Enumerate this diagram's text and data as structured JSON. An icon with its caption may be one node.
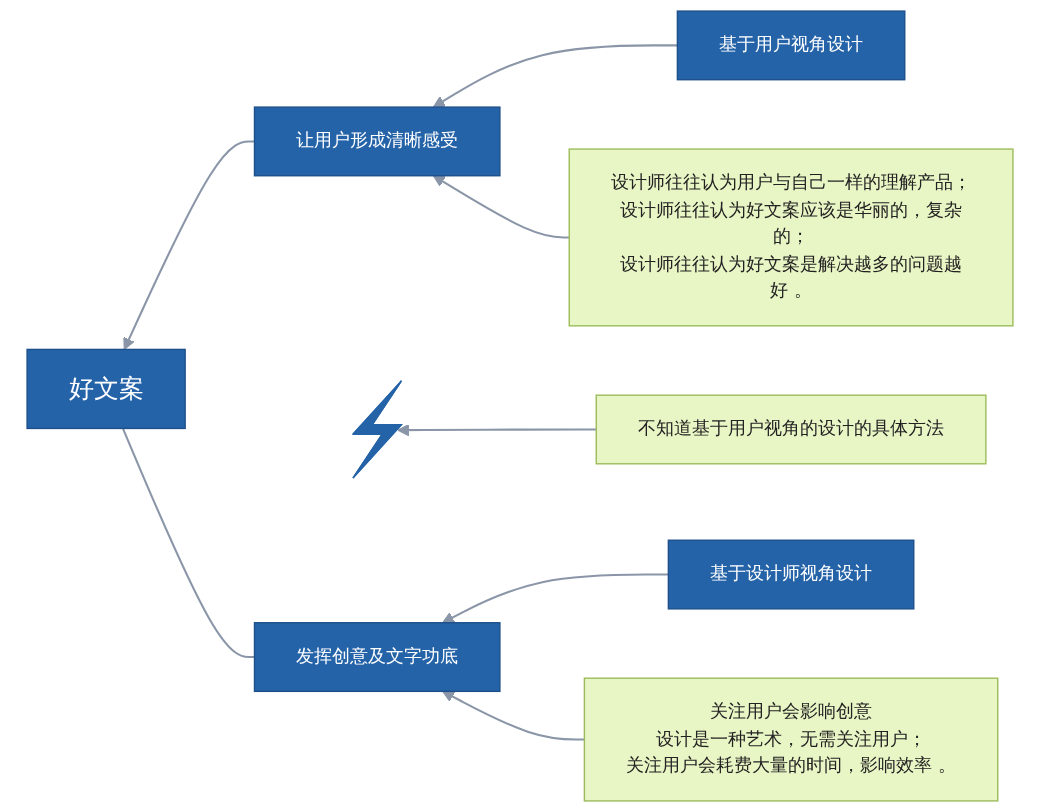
{
  "diagram": {
    "nodes": [
      {
        "text": [
          "设计师往往认为用户与自己一样的理解产品；",
          "设计师往往认为好文案应该是华丽的，复杂的；",
          "设计师往往认为好文案是解决越多的问题越好 。"
        ]
      },
      {
        "text": [
          "让用户形成清晰感受"
        ]
      },
      {
        "text": [
          "基于用户视角设计"
        ]
      },
      {
        "text": [
          "好文案"
        ]
      },
      {
        "text": [],
        "shape": "lightning"
      },
      {
        "text": [
          "不知道基于用户视角的设计的具体方法"
        ]
      },
      {
        "text": [
          "发挥创意及文字功底"
        ]
      },
      {
        "text": [
          "基于设计师视角设计"
        ]
      },
      {
        "text": [
          "关注用户会影响创意",
          "设计是一种艺术，无需关注用户；",
          "关注用户会耗费大量的时间，影响效率 。"
        ]
      }
    ],
    "edges": [
      {
        "from": 2,
        "to": 1,
        "arrow": "to"
      },
      {
        "from": 0,
        "to": 1,
        "arrow": "to"
      },
      {
        "from": 1,
        "to": 3,
        "arrow": "to"
      },
      {
        "from": 6,
        "to": 3,
        "arrow": "none"
      },
      {
        "from": 7,
        "to": 6,
        "arrow": "to"
      },
      {
        "from": 8,
        "to": 6,
        "arrow": "to"
      },
      {
        "from": 5,
        "to": 4,
        "arrow": "to"
      }
    ]
  }
}
